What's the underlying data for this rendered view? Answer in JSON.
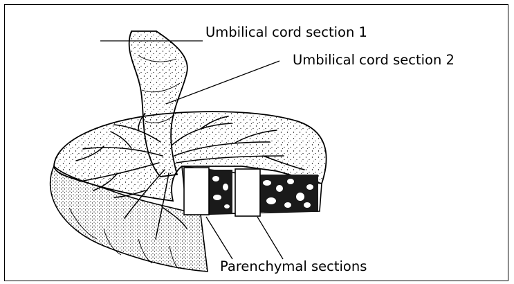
{
  "labels": {
    "cord_section_1": "Umbilical cord section 1",
    "cord_section_2": "Umbilical cord section 2",
    "parenchymal": "Parenchymal sections"
  },
  "colors": {
    "ink": "#000000",
    "paper": "#ffffff"
  }
}
